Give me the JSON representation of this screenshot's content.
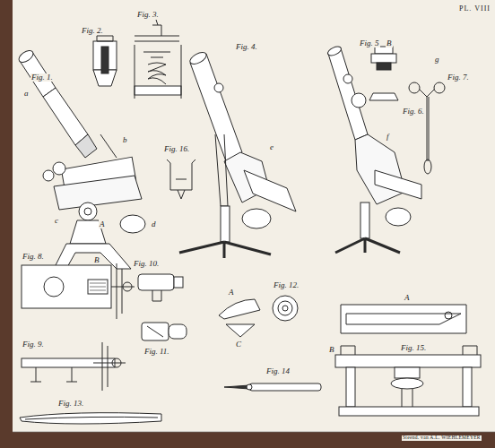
{
  "diagram": {
    "labels": [
      "PL. VIII",
      "Fig. 1.",
      "Fig. 2.",
      "Fig. 3.",
      "Fig. 4.",
      "Fig. 5",
      "Fig. 6.",
      "Fig. 7.",
      "Fig. 16.",
      "Fig. 8.",
      "Fig. 10.",
      "Fig. 12.",
      "Fig. 9.",
      "Fig. 11.",
      "Fig. 13.",
      "Fig. 14",
      "Fig. 15.",
      "A",
      "B",
      "B",
      "C",
      "A",
      "B",
      "A",
      "a",
      "b",
      "c",
      "d",
      "e",
      "f",
      "g",
      "Steend. van A.L. WIEHLEMEYER"
    ]
  }
}
